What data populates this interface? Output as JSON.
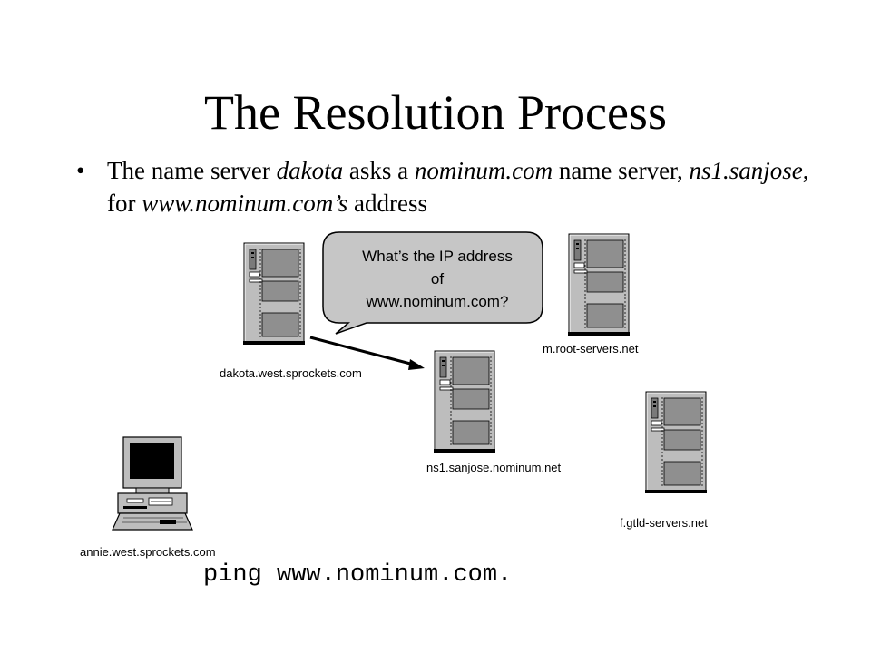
{
  "slide": {
    "title": "The Resolution Process",
    "bullet": {
      "marker": "•",
      "segments": [
        {
          "text": "The name server ",
          "italic": false
        },
        {
          "text": "dakota",
          "italic": true
        },
        {
          "text": " asks a ",
          "italic": false
        },
        {
          "text": "nominum.com",
          "italic": true
        },
        {
          "text": " name server, ",
          "italic": false
        },
        {
          "text": "ns1.sanjose",
          "italic": true
        },
        {
          "text": ", for ",
          "italic": false
        },
        {
          "text": "www.nominum.com’s",
          "italic": true
        },
        {
          "text": " address",
          "italic": false
        }
      ]
    }
  },
  "diagram": {
    "callout_lines": [
      "What’s the IP address",
      "of",
      "www.nominum.com?"
    ],
    "nodes": {
      "dakota": "dakota.west.sprockets.com",
      "ns1": "ns1.sanjose.nominum.net",
      "mroot": "m.root-servers.net",
      "fgtld": "f.gtld-servers.net",
      "annie": "annie.west.sprockets.com"
    },
    "command": "ping www.nominum.com.",
    "colors": {
      "server_body": "#bdbdbd",
      "drive_panel": "#8f8f8f",
      "callout_fill": "#c6c6c6",
      "monitor_screen": "#000000"
    }
  }
}
